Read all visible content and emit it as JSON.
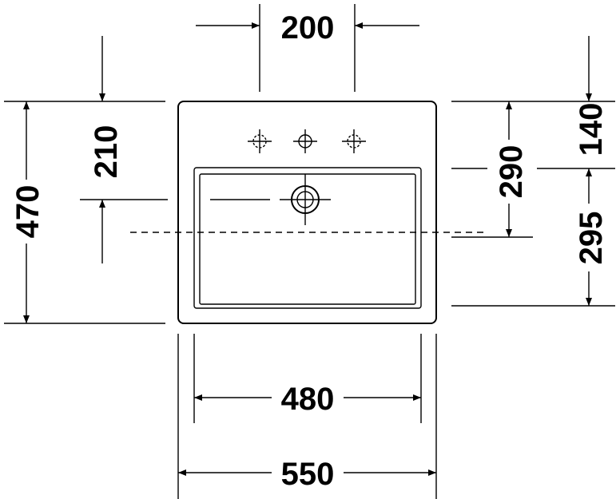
{
  "drawing": {
    "title": "Washbasin dimension drawing",
    "dimensions": {
      "tap_spacing": "200",
      "overall_depth": "470",
      "front_to_drain": "210",
      "back_to_drain_side": "290",
      "back_to_basin": "140",
      "basin_depth": "295",
      "basin_width": "480",
      "overall_width": "550"
    },
    "colors": {
      "line": "#000000",
      "background": "#ffffff"
    }
  }
}
